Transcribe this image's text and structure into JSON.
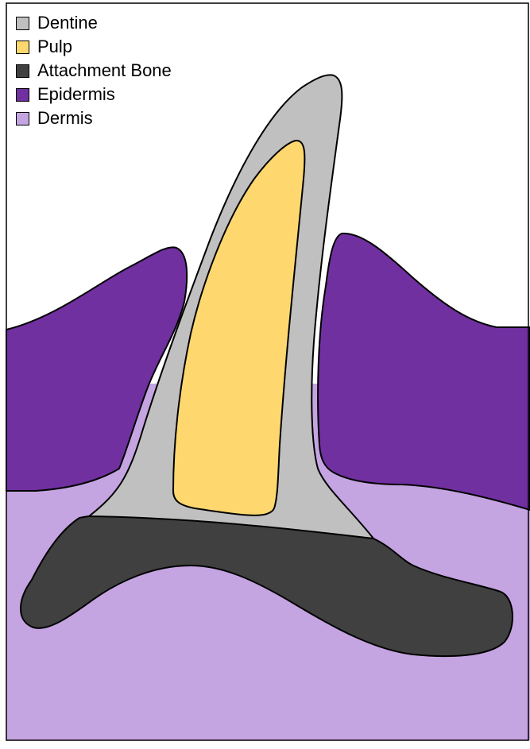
{
  "legend": [
    {
      "label": "Dentine",
      "color": "#c0c0c0"
    },
    {
      "label": "Pulp",
      "color": "#fed86e"
    },
    {
      "label": "Attachment Bone",
      "color": "#404040"
    },
    {
      "label": "Epidermis",
      "color": "#7030a0"
    },
    {
      "label": "Dermis",
      "color": "#c5a4e2"
    }
  ],
  "colors": {
    "dentine": "#c0c0c0",
    "pulp": "#fed86e",
    "attachment_bone": "#404040",
    "epidermis": "#7030a0",
    "dermis": "#c5a4e2",
    "background": "#ffffff",
    "outline": "#000000"
  }
}
